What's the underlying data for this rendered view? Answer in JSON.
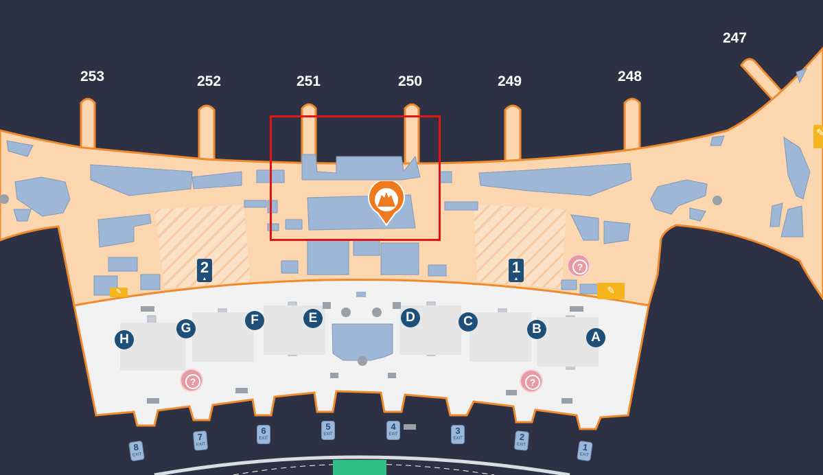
{
  "gates": [
    {
      "id": "253",
      "label": "253"
    },
    {
      "id": "252",
      "label": "252"
    },
    {
      "id": "251",
      "label": "251"
    },
    {
      "id": "250",
      "label": "250"
    },
    {
      "id": "249",
      "label": "249"
    },
    {
      "id": "248",
      "label": "248"
    },
    {
      "id": "247",
      "label": "247"
    }
  ],
  "checkin_zones": [
    "H",
    "G",
    "F",
    "E",
    "D",
    "C",
    "B",
    "A"
  ],
  "exits": [
    {
      "num": "8",
      "label": "EXIT"
    },
    {
      "num": "7",
      "label": "EXIT"
    },
    {
      "num": "6",
      "label": "EXIT"
    },
    {
      "num": "5",
      "label": "EXIT"
    },
    {
      "num": "4",
      "label": "EXIT"
    },
    {
      "num": "3",
      "label": "EXIT"
    },
    {
      "num": "2",
      "label": "EXIT"
    },
    {
      "num": "1",
      "label": "EXIT"
    }
  ],
  "stairs": [
    {
      "num": "2",
      "arrow": "▲"
    },
    {
      "num": "1",
      "arrow": "▲"
    }
  ],
  "help_symbol": "?",
  "icons": {
    "location_pin": "location-pin-icon",
    "help": "information-desk-icon",
    "stairs": "stairs-icon",
    "luggage": "luggage-tag-icon"
  },
  "colors": {
    "background": "#2e3144",
    "terminal_floor": "#fbd6ae",
    "terminal_outline": "#ef8a2e",
    "landside_hall": "#f2f2f2",
    "shops": "#9fb7d6",
    "checkin_badge": "#1d4f78",
    "highlight_box": "#e31414",
    "pin": "#ee7a1f"
  }
}
